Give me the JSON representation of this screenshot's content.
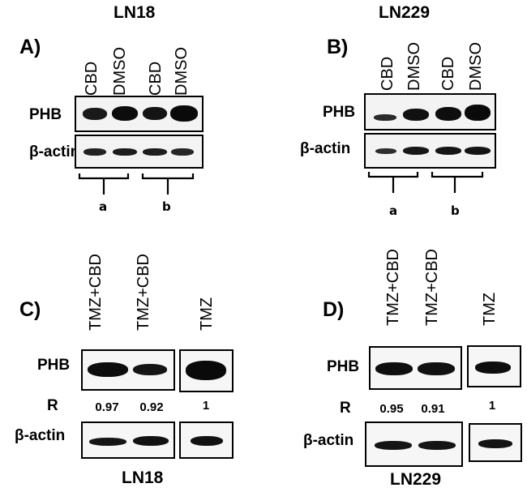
{
  "panelA": {
    "title": "LN18",
    "letter": "A)",
    "lanes": [
      "CBD",
      "DMSO",
      "CBD",
      "DMSO"
    ],
    "rows": [
      "PHB",
      "β-actin"
    ],
    "groups": [
      "a",
      "b"
    ]
  },
  "panelB": {
    "title": "LN229",
    "letter": "B)",
    "lanes": [
      "CBD",
      "DMSO",
      "CBD",
      "DMSO"
    ],
    "rows": [
      "PHB",
      "β-actin"
    ],
    "groups": [
      "a",
      "b"
    ]
  },
  "panelC": {
    "letter": "C)",
    "lanes": [
      "TMZ+CBD",
      "TMZ+CBD",
      "TMZ"
    ],
    "rows": [
      "PHB",
      "β-actin"
    ],
    "r_label": "R",
    "r_values": [
      "0.97",
      "0.92",
      "1"
    ],
    "caption": "LN18"
  },
  "panelD": {
    "letter": "D)",
    "lanes": [
      "TMZ+CBD",
      "TMZ+CBD",
      "TMZ"
    ],
    "rows": [
      "PHB",
      "β-actin"
    ],
    "r_label": "R",
    "r_values": [
      "0.95",
      "0.91",
      "1"
    ],
    "caption": "LN229"
  }
}
